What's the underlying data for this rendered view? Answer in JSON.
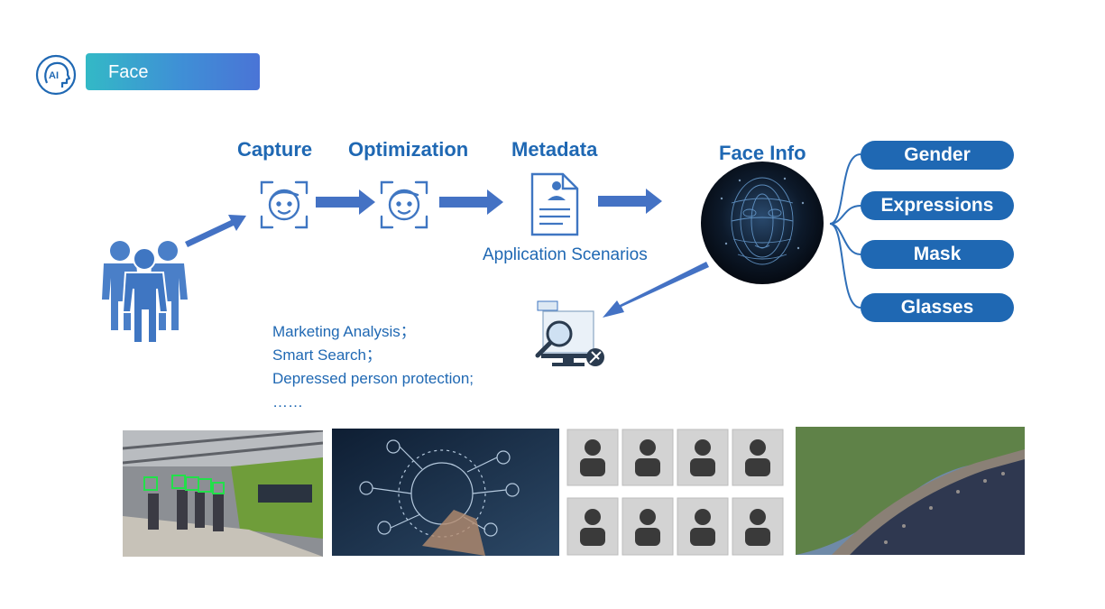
{
  "header": {
    "title": "Face",
    "logo_text": "AI"
  },
  "pipeline": {
    "stages": [
      "Capture",
      "Optimization",
      "Metadata",
      "Face Info"
    ],
    "scenarios_label": "Application Scenarios"
  },
  "face_attributes": [
    "Gender",
    "Expressions",
    "Mask",
    "Glasses"
  ],
  "use_cases": [
    "Marketing Analysis；",
    "Smart Search；",
    "Depressed person protection;",
    "……"
  ],
  "colors": {
    "primary_blue": "#1f68b3",
    "arrow_blue": "#4472c4",
    "banner_start": "#33b9c6",
    "banner_end": "#4a74d6"
  },
  "icons": [
    "ai-head-icon",
    "people-group-icon",
    "face-scan-icon",
    "document-person-icon",
    "face-mesh-icon",
    "search-monitor-icon"
  ]
}
